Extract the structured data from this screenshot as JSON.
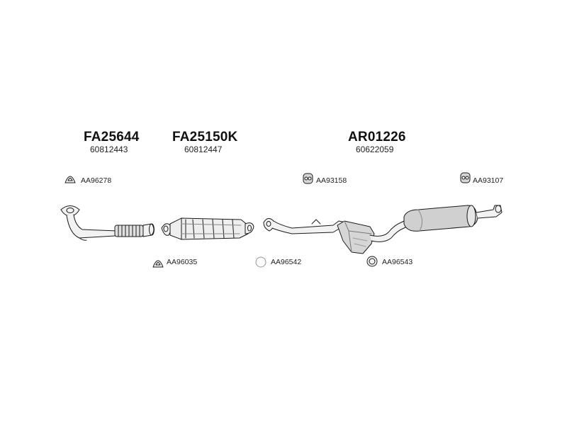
{
  "colors": {
    "line": "#1a1a1a",
    "fill_light": "#f2f2f2",
    "fill_mid": "#d6d6d6",
    "fill_dark": "#b8b8b8"
  },
  "parts": [
    {
      "code": "FA25644",
      "oem": "60812443"
    },
    {
      "code": "FA25150K",
      "oem": "60812447"
    },
    {
      "code": "AR01226",
      "oem": "60622059"
    }
  ],
  "accessories": [
    {
      "ref": "AA96278",
      "icon": "triangle-gasket-icon"
    },
    {
      "ref": "AA93158",
      "icon": "rubber-hanger-icon"
    },
    {
      "ref": "AA93107",
      "icon": "rubber-hanger-icon"
    },
    {
      "ref": "AA96035",
      "icon": "triangle-gasket-icon"
    },
    {
      "ref": "AA96542",
      "icon": "ring-gasket-icon"
    },
    {
      "ref": "AA96543",
      "icon": "ring-gasket-icon"
    }
  ]
}
